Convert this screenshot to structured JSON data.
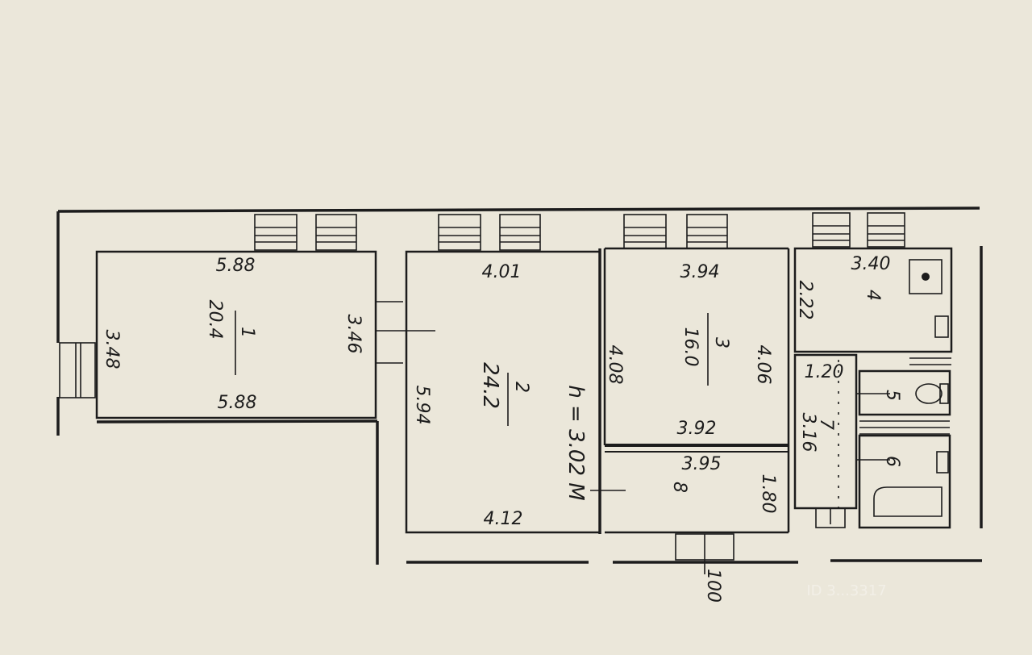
{
  "plan": {
    "rooms": [
      {
        "id": "1",
        "number": "1",
        "area": "20.4",
        "dims": [
          "5.88",
          "5.88",
          "3.48",
          "3.46"
        ]
      },
      {
        "id": "2",
        "number": "2",
        "area": "24.2",
        "dims": [
          "4.01",
          "4.12",
          "5.94"
        ]
      },
      {
        "id": "3",
        "number": "3",
        "area": "16.0",
        "dims": [
          "3.94",
          "3.92",
          "4.08",
          "4.06"
        ]
      },
      {
        "id": "4",
        "number": "4",
        "dims": [
          "3.40",
          "2.22"
        ]
      },
      {
        "id": "5",
        "number": "5"
      },
      {
        "id": "6",
        "number": "6"
      },
      {
        "id": "7",
        "number": "7",
        "area": "3.16",
        "dims": [
          "1.20"
        ]
      },
      {
        "id": "8",
        "number": "8",
        "dims": [
          "3.95",
          "1.80"
        ]
      }
    ],
    "ceiling_height": "h = 3.02 M",
    "building_marker": "100",
    "watermark": "ID 3...3317"
  }
}
